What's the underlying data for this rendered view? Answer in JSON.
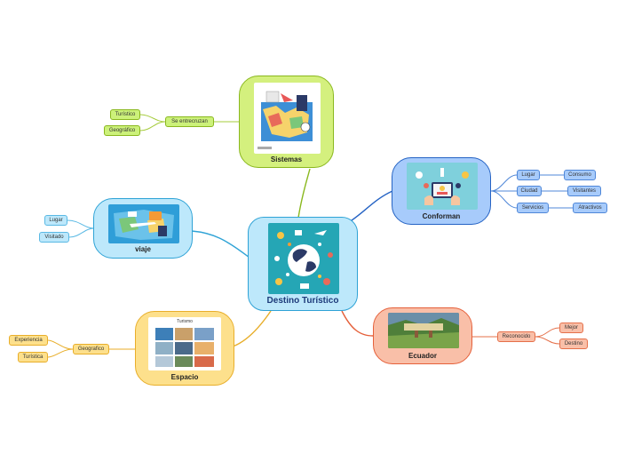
{
  "central": {
    "label": "Destino Turístico"
  },
  "branches": {
    "sistemas": {
      "label": "Sistemas",
      "sub": "Se entrecruzan",
      "leaves": [
        "Turístico",
        "Geográfico"
      ]
    },
    "conforman": {
      "label": "Conforman",
      "items": [
        {
          "label": "Lugar",
          "child": "Consumo"
        },
        {
          "label": "Ciudad",
          "child": "Visitantes"
        },
        {
          "label": "Servicios",
          "child": "Atractivos"
        }
      ]
    },
    "viaje": {
      "label": "viaje",
      "leaves": [
        "Lugar",
        "Visitado"
      ]
    },
    "ecuador": {
      "label": "Ecuador",
      "sub": "Reconocido",
      "leaves": [
        "Mejor",
        "Destino"
      ]
    },
    "espacio": {
      "label": "Espacio",
      "sub": "Geografico",
      "leaves": [
        "Experiencia",
        "Turística"
      ],
      "image_caption": "Turismo"
    }
  },
  "colors": {
    "green": "#8ab81e",
    "blue": "#2563c4",
    "lightblue": "#2fa3d6",
    "orange": "#e5603a",
    "yellow": "#e8ae2a"
  }
}
